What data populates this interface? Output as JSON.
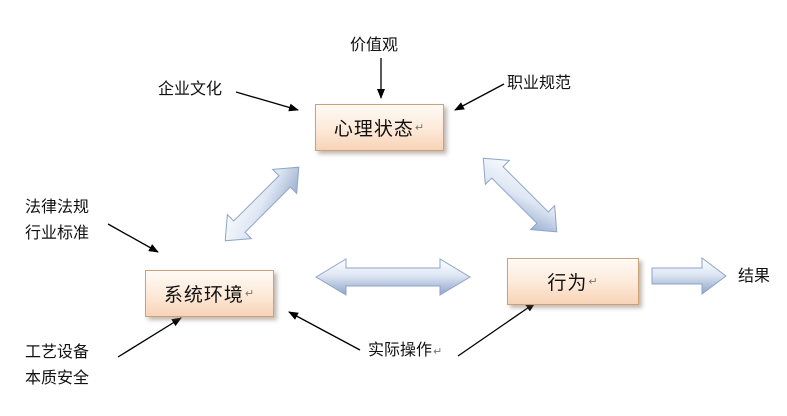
{
  "boxes": {
    "psychology": "心理状态",
    "system": "系统环境",
    "behavior": "行为"
  },
  "labels": {
    "values": "价值观",
    "culture": "企业文化",
    "norms": "职业规范",
    "laws_line1": "法律法规",
    "laws_line2": "行业标准",
    "equipment_line1": "工艺设备",
    "equipment_line2": "本质安全",
    "practice": "实际操作",
    "result": "结果"
  },
  "paragraph_mark": "↵",
  "colors": {
    "box_border": "#c9a27a",
    "box_fill": "#fde9d8",
    "block_arrow_light": "#ffffff",
    "block_arrow_dark": "#8ea4c8",
    "line_arrow": "#000000"
  }
}
